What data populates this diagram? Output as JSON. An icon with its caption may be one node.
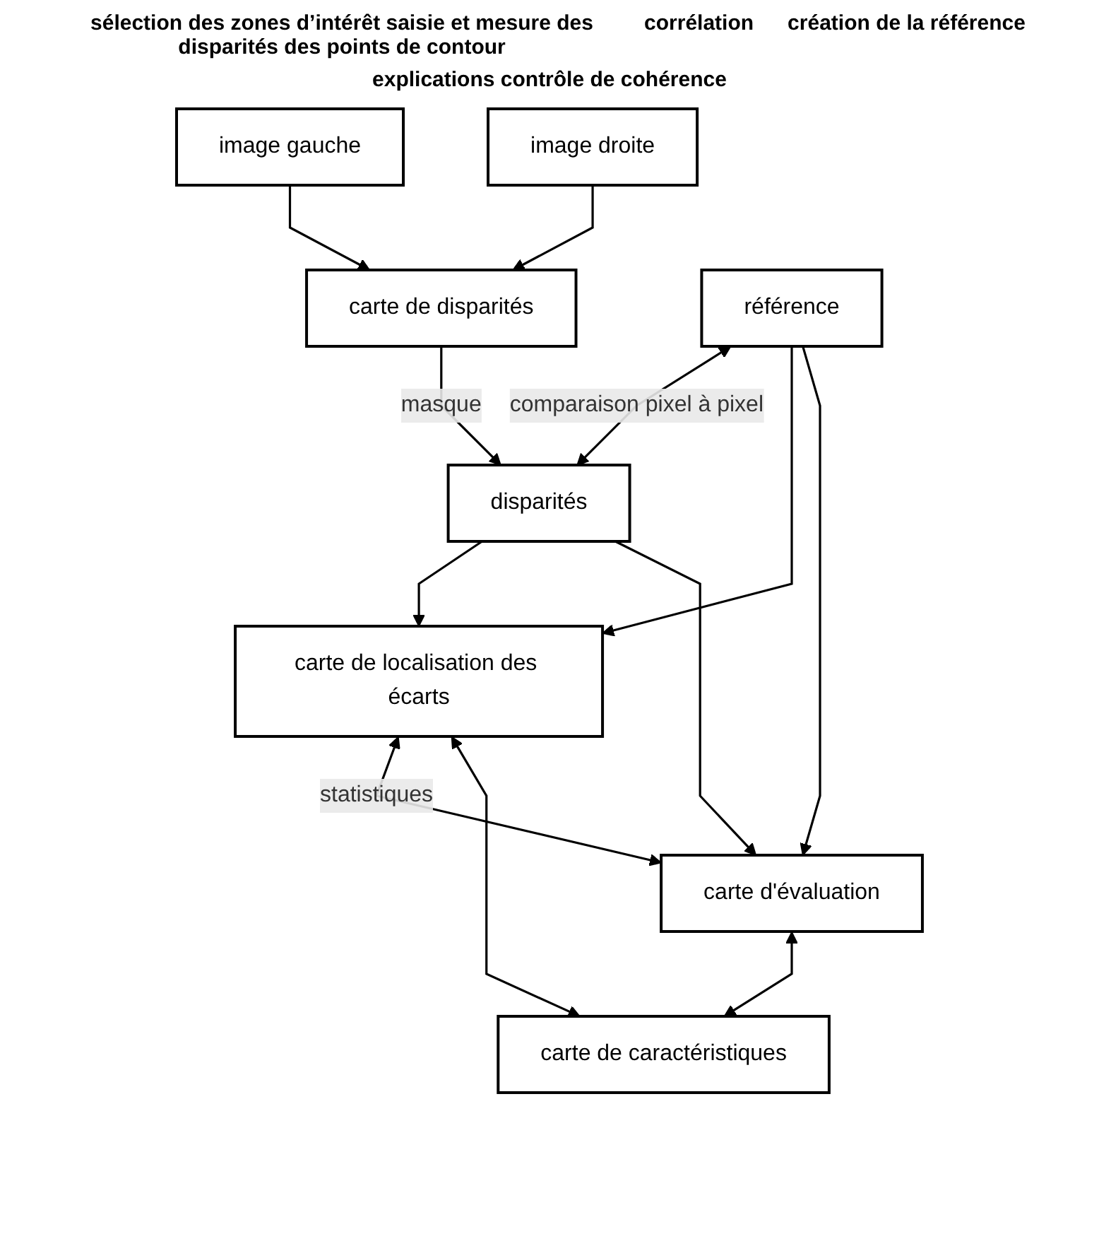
{
  "diagram": {
    "nodes": [
      {
        "text": [
          "image gauche"
        ]
      },
      {
        "text": [
          "image droite"
        ]
      },
      {
        "text": [
          "carte de disparités"
        ]
      },
      {
        "text": [
          "référence"
        ]
      },
      {
        "text": [
          "disparités"
        ]
      },
      {
        "text": [
          "carte de localisation des écarts"
        ]
      },
      {
        "text": [
          "carte d'évaluation"
        ]
      },
      {
        "text": [
          "carte de caractéristiques"
        ]
      }
    ],
    "edges": [
      {
        "from": 0,
        "to": 2,
        "arrow": "to"
      },
      {
        "from": 1,
        "to": 2,
        "arrow": "to"
      },
      {
        "from": 2,
        "to": 4,
        "arrow": "to",
        "label": "masque"
      },
      {
        "from": 3,
        "to": 4,
        "arrow": "both",
        "label": "comparaison pixel à pixel"
      },
      {
        "from": 3,
        "to": 5,
        "arrow": "to"
      },
      {
        "from": 3,
        "to": 6,
        "arrow": "to"
      },
      {
        "from": 4,
        "to": 5,
        "arrow": "to"
      },
      {
        "from": 4,
        "to": 6,
        "arrow": "to"
      },
      {
        "from": 5,
        "to": 6,
        "arrow": "both",
        "label": "statistiques"
      },
      {
        "from": 5,
        "to": 7,
        "arrow": "both"
      },
      {
        "from": 6,
        "to": 7,
        "arrow": "both"
      }
    ],
    "labels": [
      "sélection des zones d’intérêt saisie et mesure des disparités des points de contour",
      "corrélation",
      "création de la référence",
      "explications contrôle de cohérence"
    ]
  }
}
